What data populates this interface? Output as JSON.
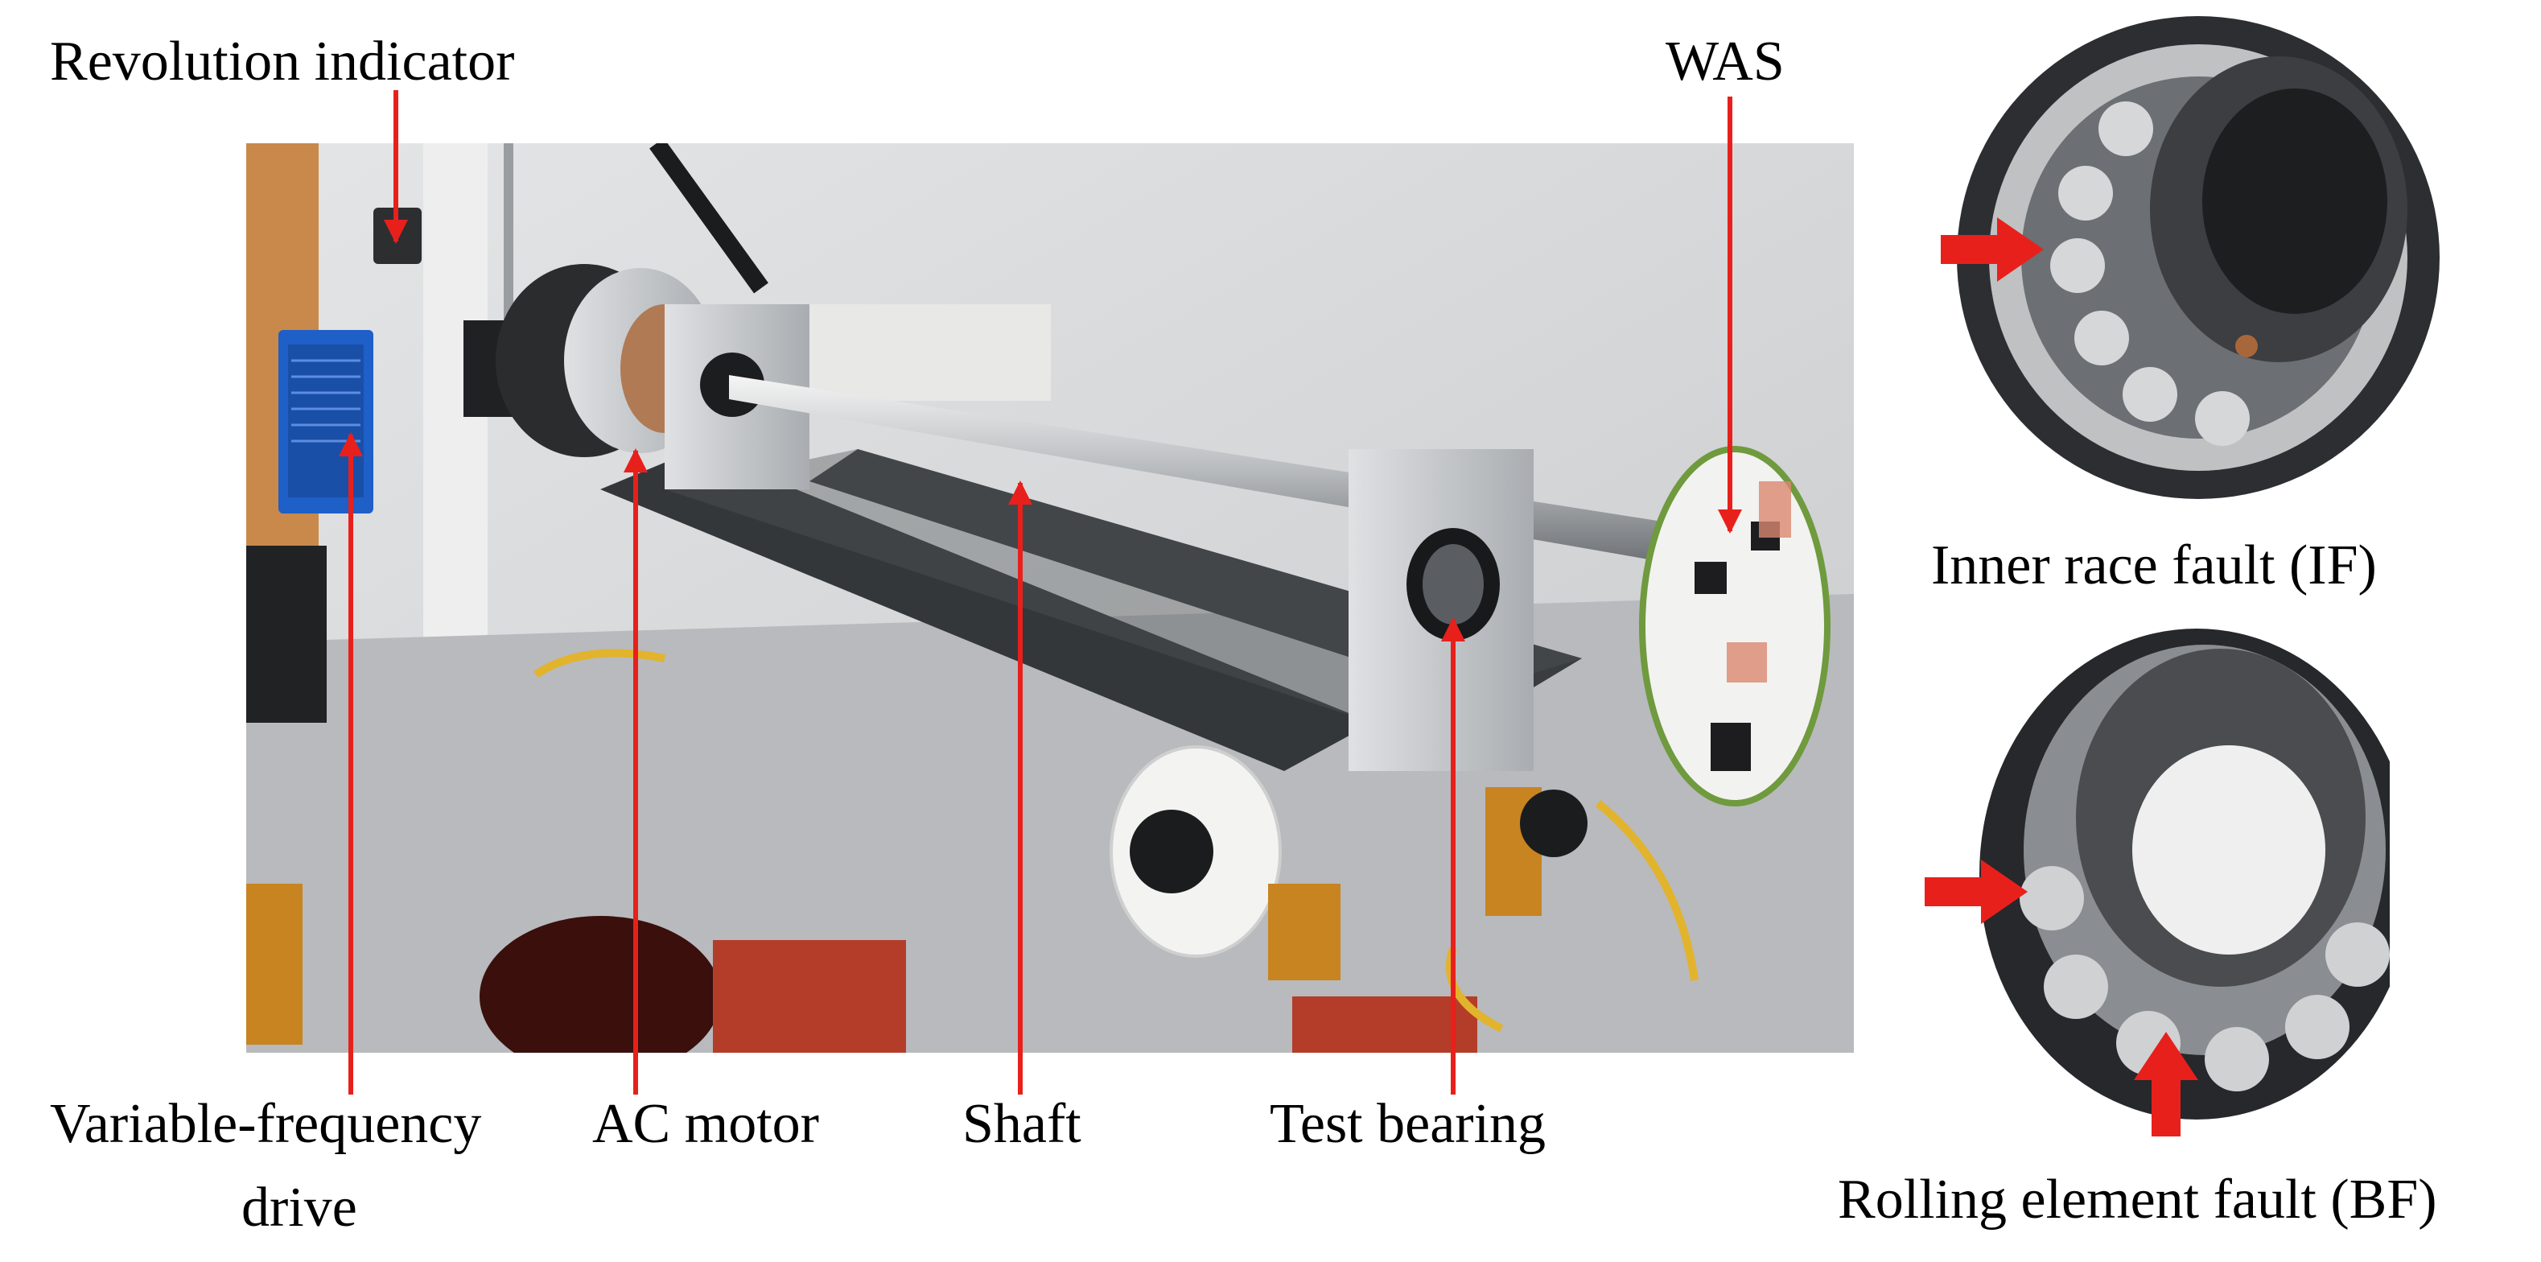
{
  "labels": {
    "revolution_indicator": "Revolution indicator",
    "was": "WAS",
    "vfd_line1": "Variable-frequency",
    "vfd_line2": "drive",
    "ac_motor": "AC motor",
    "shaft": "Shaft",
    "test_bearing": "Test bearing"
  },
  "insets": {
    "inner_race_fault": "Inner race fault (IF)",
    "rolling_element_fault": "Rolling element fault (BF)"
  },
  "colors": {
    "annotation": "#e8201c",
    "panel_background": "#d9dadc",
    "frame": "#2f3133",
    "aluminium": "#c8cbce",
    "vfd_blue": "#1e5fc8",
    "bronze": "#c88420"
  }
}
